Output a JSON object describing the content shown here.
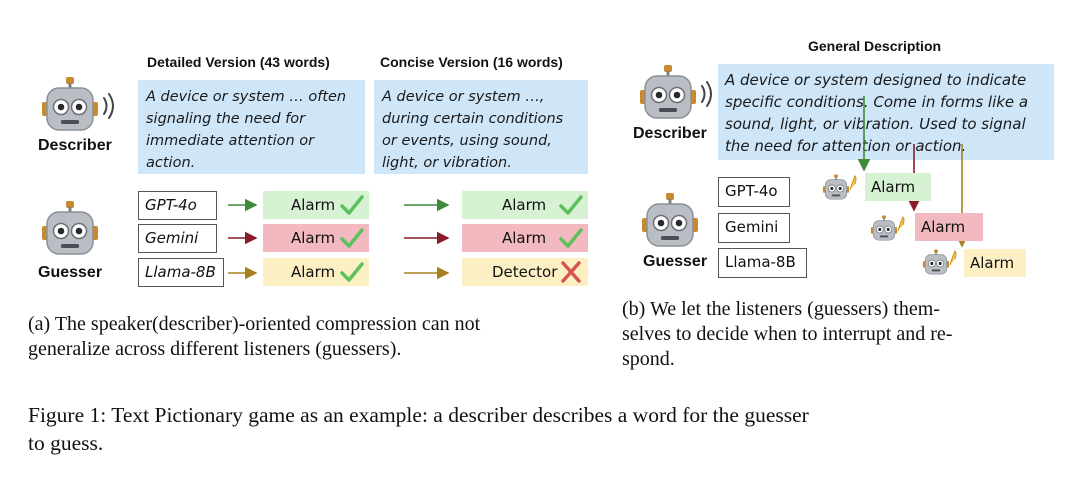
{
  "panel_a": {
    "header_detailed": "Detailed Version (43 words)",
    "header_concise": "Concise Version (16 words)",
    "describer_label": "Describer",
    "guesser_label": "Guesser",
    "detailed_desc_lines": [
      "A device or system … often",
      "signaling the need for",
      "immediate attention or",
      "action."
    ],
    "concise_desc_lines": [
      "A device or system …,",
      "during certain conditions",
      "or events, using sound,",
      "light, or vibration."
    ],
    "models": [
      "GPT-4o",
      "Gemini",
      "Llama-8B"
    ],
    "detailed_answers": [
      "Alarm",
      "Alarm",
      "Alarm"
    ],
    "concise_answers": [
      "Alarm",
      "Alarm",
      "Detector"
    ],
    "caption_lines": [
      "(a) The speaker(describer)-oriented compression can not",
      "generalize across different listeners (guessers)."
    ]
  },
  "panel_b": {
    "header": "General Description",
    "describer_label": "Describer",
    "guesser_label": "Guesser",
    "desc_lines": [
      "A device or system designed to indicate",
      "specific conditions. Come in forms like a",
      "sound, light, or vibration. Used to signal",
      "the need for attention or action."
    ],
    "models": [
      "GPT-4o",
      "Gemini",
      "Llama-8B"
    ],
    "answers": [
      "Alarm",
      "Alarm",
      "Alarm"
    ],
    "caption_lines": [
      "(b) We let the listeners (guessers) them-",
      "selves to decide when to interrupt and re-",
      "spond."
    ]
  },
  "figure_caption_lines": [
    "Figure 1: Text Pictionary game as an example: a describer describes a word for the guesser",
    "to guess."
  ],
  "colors": {
    "desc_bg": "#cfe6f8",
    "correct_bg": "#d6f2d3",
    "wrong_bg": "#f2b9c0",
    "llama_bg": "#fcefc4",
    "arrow_green": "#3f8a3a",
    "arrow_red": "#8b1a2a",
    "arrow_gold": "#a8801e",
    "check": "#5cc15c",
    "cross": "#d9534f"
  },
  "icons": [
    "robot-describer-icon",
    "robot-guesser-icon",
    "robot-raising-hand-icon",
    "check-icon",
    "cross-icon",
    "arrow-icon"
  ]
}
